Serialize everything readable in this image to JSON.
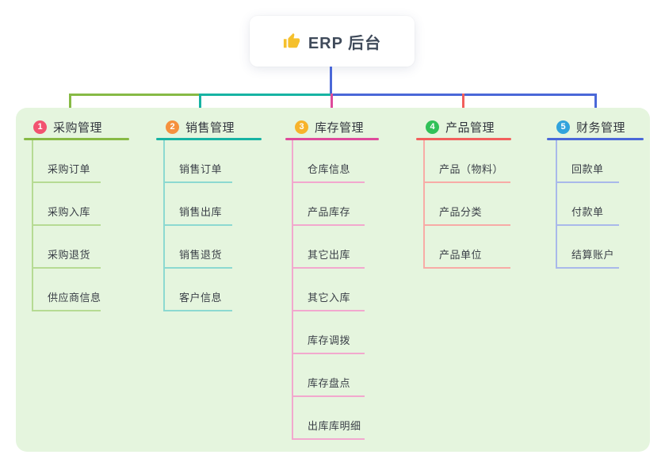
{
  "root": {
    "label": "ERP 后台",
    "icon": "thumbs-up",
    "icon_color": "#f5c02c"
  },
  "panel": {
    "background": "#e5f5de"
  },
  "branches": [
    {
      "num": "1",
      "label": "采购管理",
      "badge_color": "#f25370",
      "line_color": "#87ba45",
      "light_color": "#b6db93",
      "children": [
        "采购订单",
        "采购入库",
        "采购退货",
        "供应商信息"
      ]
    },
    {
      "num": "2",
      "label": "销售管理",
      "badge_color": "#f5913e",
      "line_color": "#17b3a3",
      "light_color": "#8cd9d1",
      "children": [
        "销售订单",
        "销售出库",
        "销售退货",
        "客户信息"
      ]
    },
    {
      "num": "3",
      "label": "库存管理",
      "badge_color": "#f7b32b",
      "line_color": "#de4a9b",
      "light_color": "#f2a8ce",
      "children": [
        "仓库信息",
        "产品库存",
        "其它出库",
        "其它入库",
        "库存调拨",
        "库存盘点",
        "出库库明细"
      ]
    },
    {
      "num": "4",
      "label": "产品管理",
      "badge_color": "#31c158",
      "line_color": "#f25f5c",
      "light_color": "#f8aba6",
      "children": [
        "产品（物料）",
        "产品分类",
        "产品单位"
      ]
    },
    {
      "num": "5",
      "label": "财务管理",
      "badge_color": "#31a3dc",
      "line_color": "#4a68d8",
      "light_color": "#a9b9ea",
      "children": [
        "回款单",
        "付款单",
        "结算账户"
      ]
    }
  ]
}
